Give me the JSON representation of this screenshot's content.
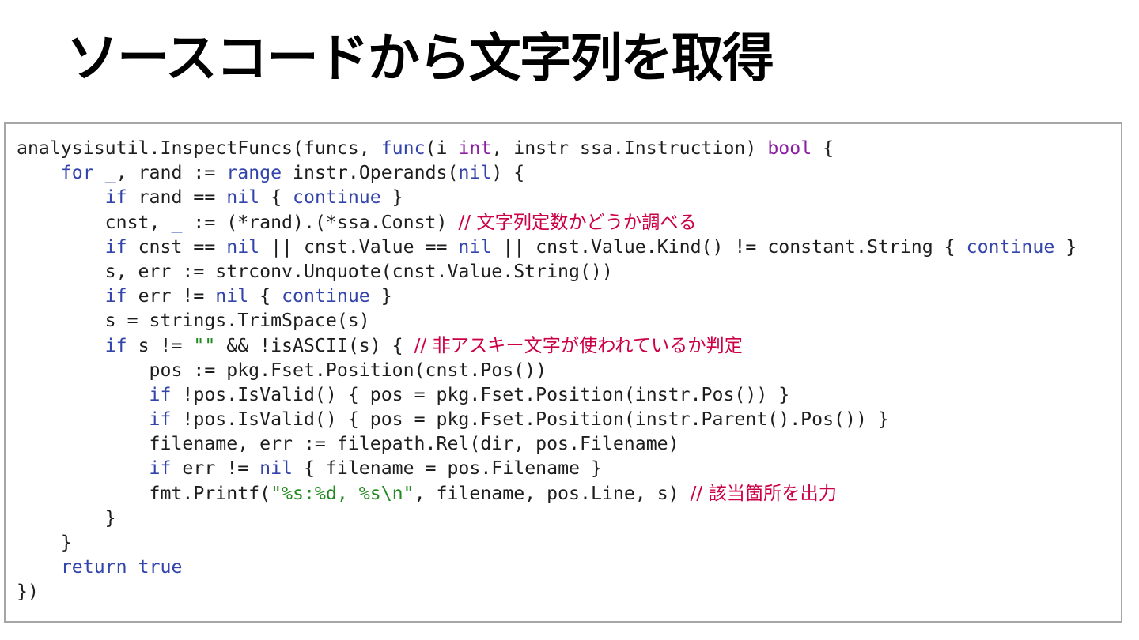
{
  "title": "ソースコードから文字列を取得",
  "theme": {
    "default_text": "#1e1e1e",
    "keyword": "#3344aa",
    "type": "#8a1fa3",
    "string": "#218a1f",
    "comment": "#cc0044",
    "border": "#a6a6a6"
  },
  "code_lines": [
    [
      [
        "plain",
        "analysisutil.InspectFuncs(funcs, "
      ],
      [
        "kw",
        "func"
      ],
      [
        "plain",
        "(i "
      ],
      [
        "type",
        "int"
      ],
      [
        "plain",
        ", instr ssa.Instruction) "
      ],
      [
        "type",
        "bool"
      ],
      [
        "plain",
        " {"
      ]
    ],
    [
      [
        "plain",
        "    "
      ],
      [
        "kw",
        "for"
      ],
      [
        "plain",
        " "
      ],
      [
        "kw",
        "_"
      ],
      [
        "plain",
        ", rand := "
      ],
      [
        "kw",
        "range"
      ],
      [
        "plain",
        " instr.Operands("
      ],
      [
        "kw",
        "nil"
      ],
      [
        "plain",
        ") {"
      ]
    ],
    [
      [
        "plain",
        "        "
      ],
      [
        "kw",
        "if"
      ],
      [
        "plain",
        " rand == "
      ],
      [
        "kw",
        "nil"
      ],
      [
        "plain",
        " { "
      ],
      [
        "kw",
        "continue"
      ],
      [
        "plain",
        " }"
      ]
    ],
    [
      [
        "plain",
        "        cnst, "
      ],
      [
        "kw",
        "_"
      ],
      [
        "plain",
        " := (*rand).(*ssa.Const) "
      ],
      [
        "cmt",
        "// 文字列定数かどうか調べる"
      ]
    ],
    [
      [
        "plain",
        "        "
      ],
      [
        "kw",
        "if"
      ],
      [
        "plain",
        " cnst == "
      ],
      [
        "kw",
        "nil"
      ],
      [
        "plain",
        " || cnst.Value == "
      ],
      [
        "kw",
        "nil"
      ],
      [
        "plain",
        " || cnst.Value.Kind() != constant.String { "
      ],
      [
        "kw",
        "continue"
      ],
      [
        "plain",
        " }"
      ]
    ],
    [
      [
        "plain",
        "        s, err := strconv.Unquote(cnst.Value.String())"
      ]
    ],
    [
      [
        "plain",
        "        "
      ],
      [
        "kw",
        "if"
      ],
      [
        "plain",
        " err != "
      ],
      [
        "kw",
        "nil"
      ],
      [
        "plain",
        " { "
      ],
      [
        "kw",
        "continue"
      ],
      [
        "plain",
        " }"
      ]
    ],
    [
      [
        "plain",
        "        s = strings.TrimSpace(s)"
      ]
    ],
    [
      [
        "plain",
        "        "
      ],
      [
        "kw",
        "if"
      ],
      [
        "plain",
        " s != "
      ],
      [
        "str",
        "\"\""
      ],
      [
        "plain",
        " && !isASCII(s) { "
      ],
      [
        "cmt",
        "// 非アスキー文字が使われているか判定"
      ]
    ],
    [
      [
        "plain",
        "            pos := pkg.Fset.Position(cnst.Pos())"
      ]
    ],
    [
      [
        "plain",
        "            "
      ],
      [
        "kw",
        "if"
      ],
      [
        "plain",
        " !pos.IsValid() { pos = pkg.Fset.Position(instr.Pos()) }"
      ]
    ],
    [
      [
        "plain",
        "            "
      ],
      [
        "kw",
        "if"
      ],
      [
        "plain",
        " !pos.IsValid() { pos = pkg.Fset.Position(instr.Parent().Pos()) }"
      ]
    ],
    [
      [
        "plain",
        "            filename, err := filepath.Rel(dir, pos.Filename)"
      ]
    ],
    [
      [
        "plain",
        "            "
      ],
      [
        "kw",
        "if"
      ],
      [
        "plain",
        " err != "
      ],
      [
        "kw",
        "nil"
      ],
      [
        "plain",
        " { filename = pos.Filename }"
      ]
    ],
    [
      [
        "plain",
        "            fmt.Printf("
      ],
      [
        "str",
        "\"%s:%d, %s\\n\""
      ],
      [
        "plain",
        ", filename, pos.Line, s) "
      ],
      [
        "cmt",
        "// 該当箇所を出力"
      ]
    ],
    [
      [
        "plain",
        "        }"
      ]
    ],
    [
      [
        "plain",
        "    }"
      ]
    ],
    [
      [
        "plain",
        "    "
      ],
      [
        "kw",
        "return"
      ],
      [
        "plain",
        " "
      ],
      [
        "kw",
        "true"
      ]
    ],
    [
      [
        "plain",
        "})"
      ]
    ]
  ]
}
